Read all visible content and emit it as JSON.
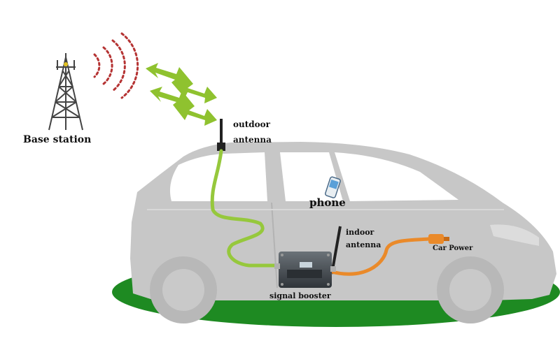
{
  "labels": {
    "base_station": "Base station",
    "outdoor_antenna_line1": "outdoor",
    "outdoor_antenna_line2": "antenna",
    "phone": "phone",
    "indoor_antenna_line1": "indoor",
    "indoor_antenna_line2": "antenna",
    "car_power": "Car Power",
    "signal_booster": "signal booster"
  },
  "colors": {
    "car_body": "#c7c7c7",
    "window": "#ffffff",
    "ground_ellipse": "#1e8a22",
    "arrow_green": "#8fc22f",
    "outdoor_cable": "#96c83c",
    "indoor_cable": "#ea8a2a",
    "signal_waves": "#b53333",
    "booster_body": "#3d4349"
  },
  "icons": {
    "tower": "cell-tower-icon",
    "phone": "mobile-phone-icon",
    "booster": "signal-booster-device"
  }
}
